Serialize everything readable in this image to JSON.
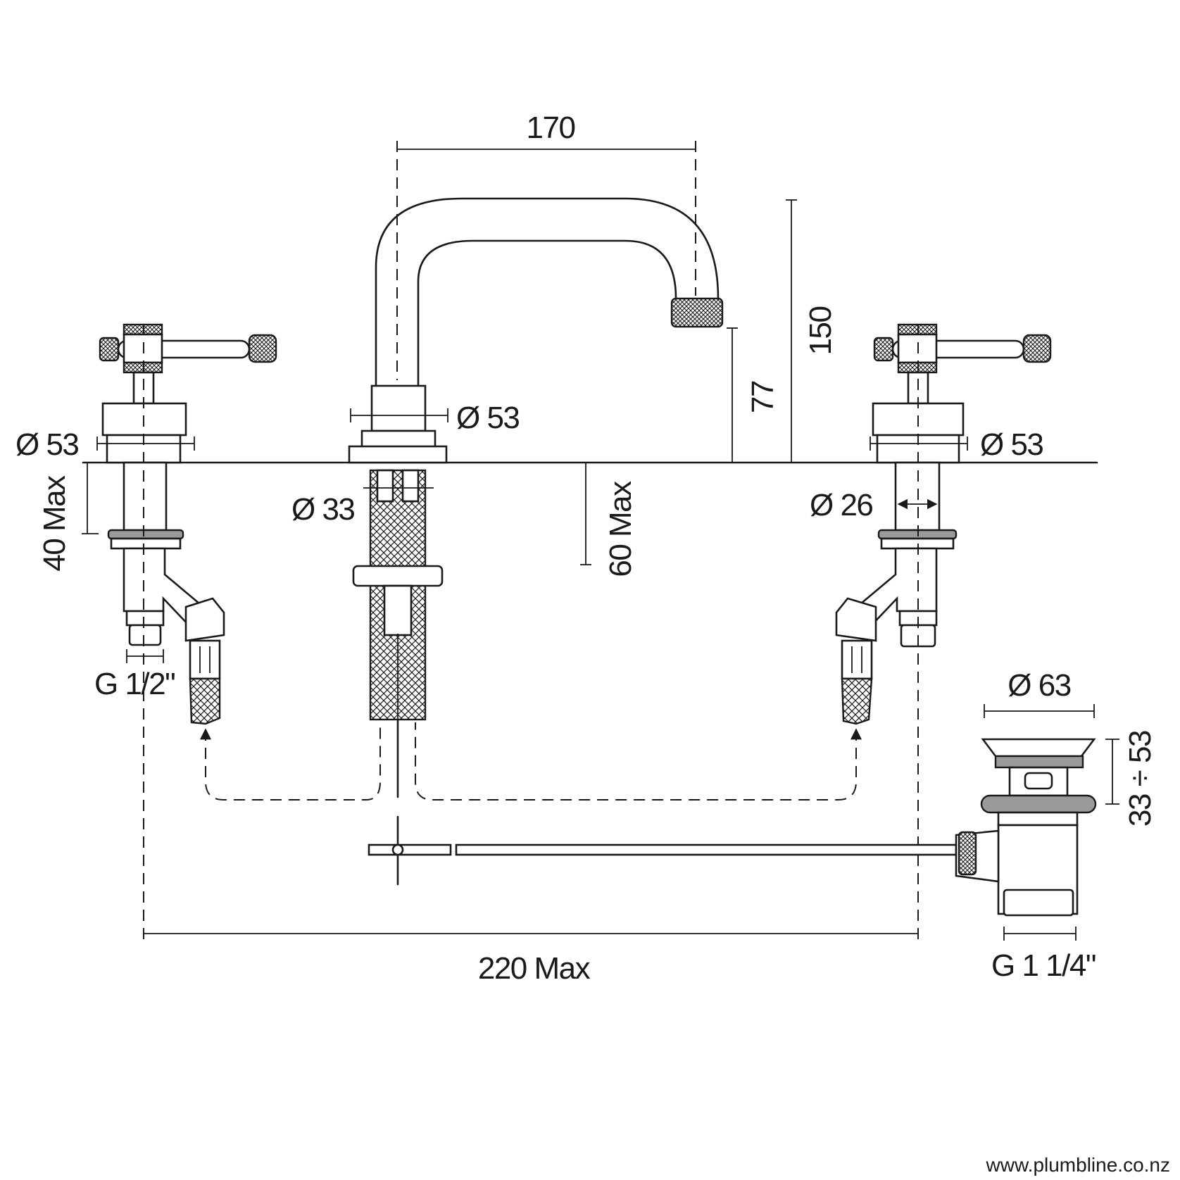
{
  "dimensions": {
    "spout_reach": "170",
    "overall_height": "150",
    "spout_outlet_height": "77",
    "spout_base_diameter": "Ø 53",
    "left_handle_diameter": "Ø 53",
    "right_handle_diameter": "Ø 53",
    "spout_shank_diameter": "Ø 33",
    "valve_shank_diameter": "Ø 26",
    "max_deck_thickness_valves": "40 Max",
    "max_deck_thickness_spout": "60 Max",
    "valve_connection_thread": "G 1/2\"",
    "waste_diameter": "Ø 63",
    "waste_height_range": "33 ÷ 53",
    "max_centre_distance": "220 Max",
    "waste_thread": "G 1 1/4\""
  },
  "watermark": "www.plumbline.co.nz"
}
